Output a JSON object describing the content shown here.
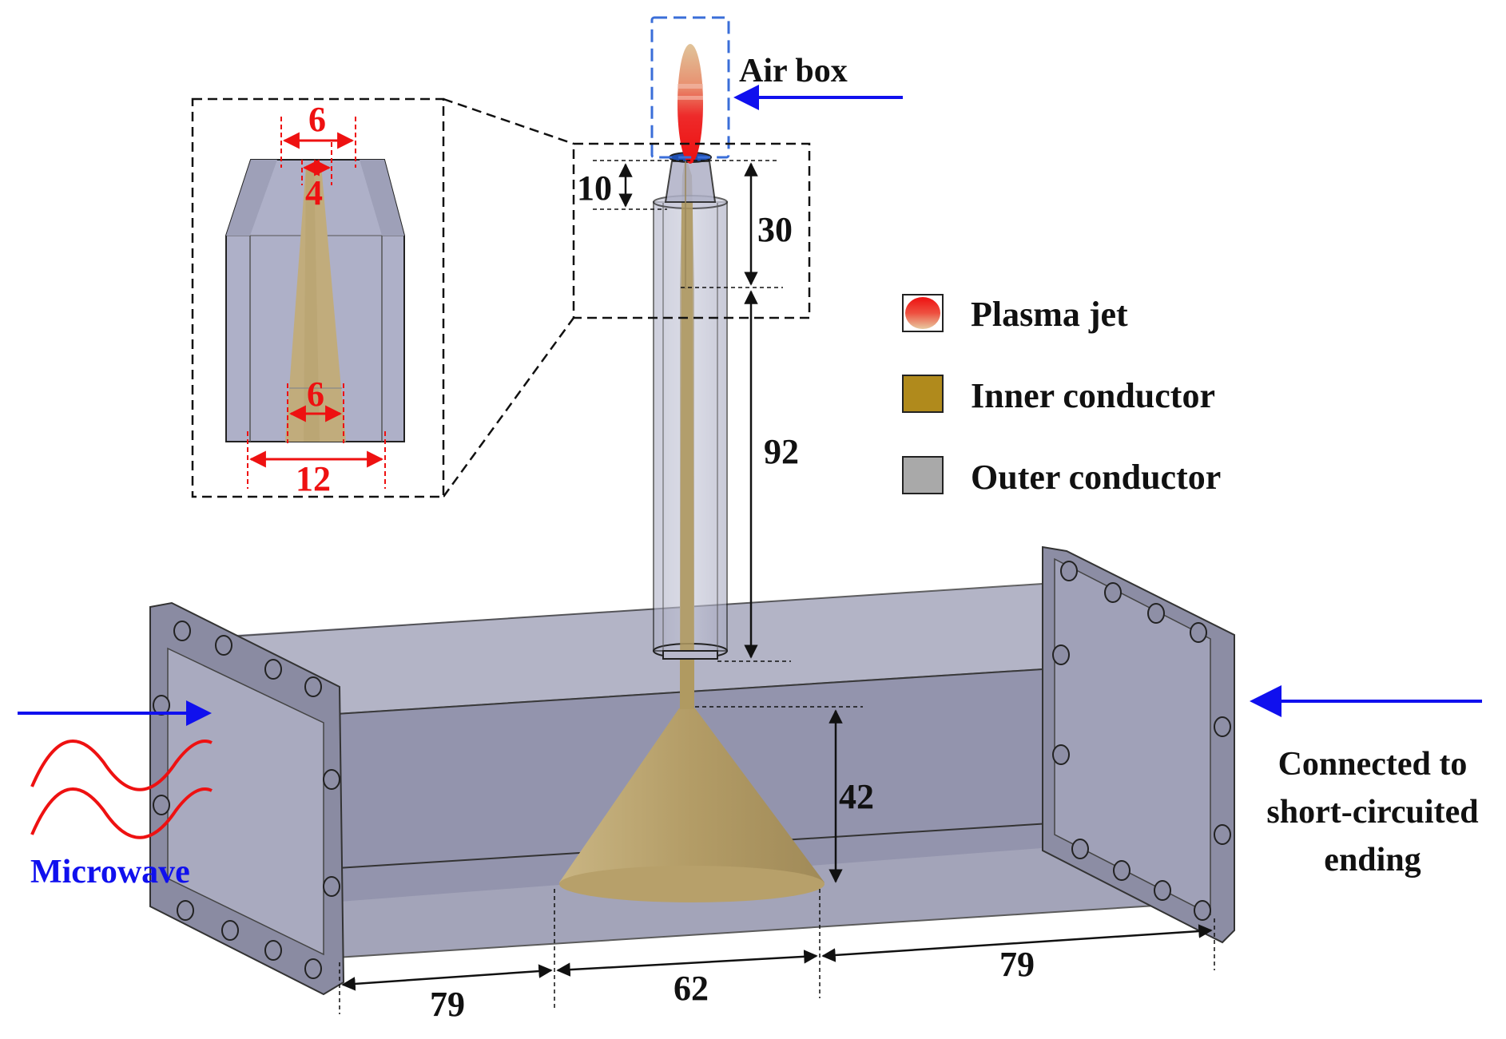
{
  "colors": {
    "inner_conductor": "#b8a16c",
    "outer_conductor": "#9a9ab0",
    "plasma": "#ee2020",
    "arrow_blue": "#1010ee",
    "dimension_red": "#ee1111"
  },
  "labels": {
    "air_box": "Air box",
    "microwave": "Microwave",
    "connected_line1": "Connected to",
    "connected_line2": "short-circuited",
    "connected_line3": "ending"
  },
  "legend": [
    {
      "label": "Plasma jet",
      "icon": "plasma-jet-swatch"
    },
    {
      "label": "Inner conductor",
      "icon": "inner-conductor-swatch"
    },
    {
      "label": "Outer conductor",
      "icon": "outer-conductor-swatch"
    }
  ],
  "dimensions": {
    "tip_cone_height": "10",
    "tip_section_length": "30",
    "tube_length": "92",
    "cone_height": "42",
    "left_span": "79",
    "cone_base": "62",
    "right_span": "79"
  },
  "inset": {
    "top_outer": "6",
    "top_inner": "4",
    "rod": "6",
    "outer": "12"
  }
}
